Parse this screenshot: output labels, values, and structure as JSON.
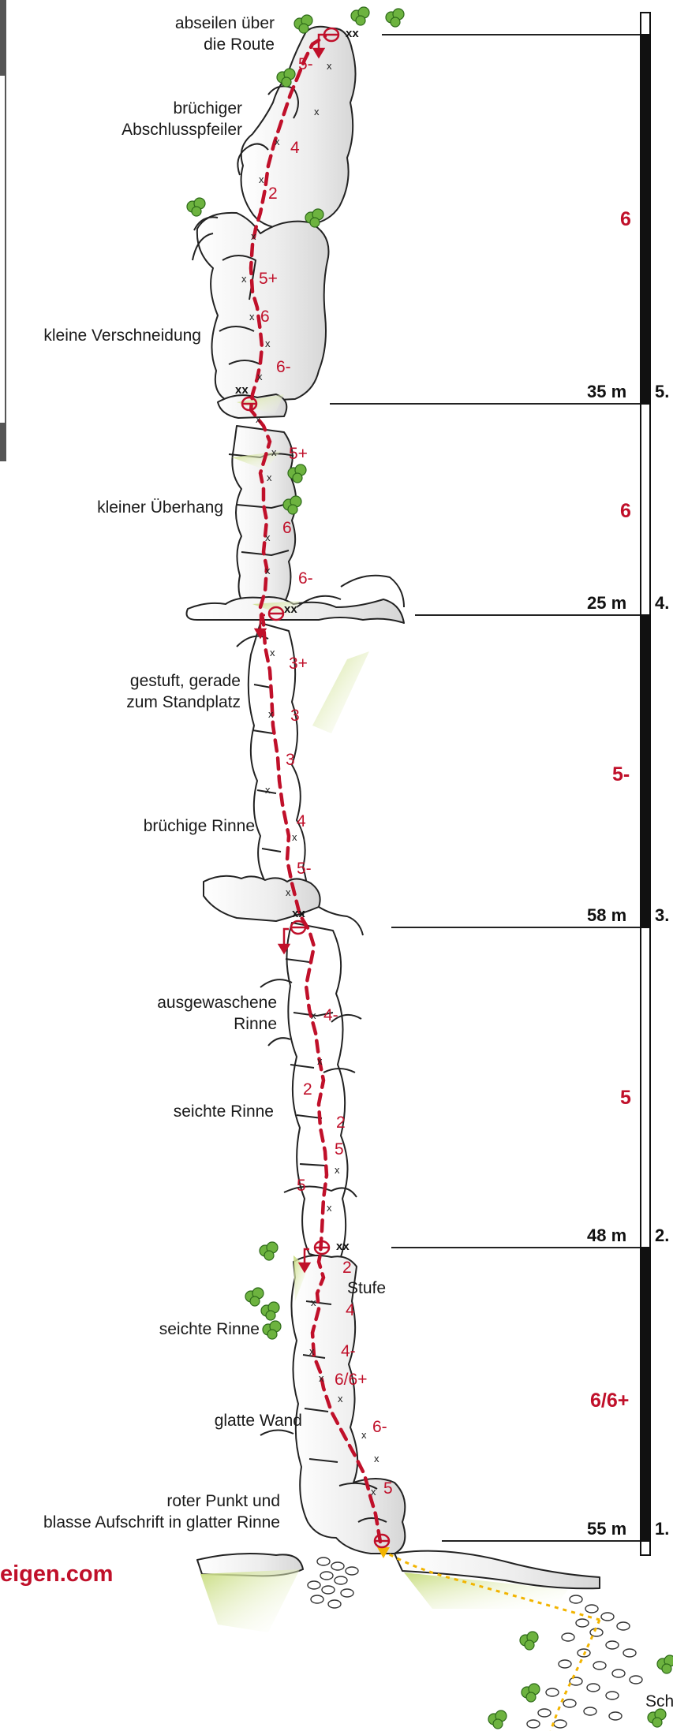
{
  "annotations": [
    {
      "id": "abseilen",
      "lines": [
        "abseilen über",
        "die Route"
      ]
    },
    {
      "id": "abschlusspfeiler",
      "lines": [
        "brüchiger",
        "Abschlusspfeiler"
      ]
    },
    {
      "id": "verschneidung",
      "lines": [
        "kleine Verschneidung"
      ]
    },
    {
      "id": "ueberhang",
      "lines": [
        "kleiner Überhang"
      ]
    },
    {
      "id": "gestuft",
      "lines": [
        "gestuft, gerade",
        "zum Standplatz"
      ]
    },
    {
      "id": "bruechige-rinne",
      "lines": [
        "brüchige Rinne"
      ]
    },
    {
      "id": "ausgewaschene",
      "lines": [
        "ausgewaschene",
        "Rinne"
      ]
    },
    {
      "id": "seichte-rinne-1",
      "lines": [
        "seichte Rinne"
      ]
    },
    {
      "id": "stufe",
      "lines": [
        "Stufe"
      ]
    },
    {
      "id": "seichte-rinne-2",
      "lines": [
        "seichte Rinne"
      ]
    },
    {
      "id": "glatte-wand",
      "lines": [
        "glatte Wand"
      ]
    },
    {
      "id": "roter-punkt",
      "lines": [
        "roter Punkt und",
        "blasse Aufschrift in glatter Rinne"
      ]
    }
  ],
  "route_grades": [
    "5-",
    "4",
    "2",
    "5+",
    "6",
    "6-",
    "5+",
    "6",
    "6-",
    "3+",
    "3",
    "3",
    "4",
    "5-",
    "4-",
    "2",
    "2",
    "5",
    "5",
    "2",
    "4",
    "4-",
    "6/6+",
    "6-",
    "5"
  ],
  "pitches": [
    {
      "number": "5.",
      "length": "35 m",
      "grade": "6"
    },
    {
      "number": "4.",
      "length": "25 m",
      "grade": "6"
    },
    {
      "number": "3.",
      "length": "58 m",
      "grade": "5-"
    },
    {
      "number": "2.",
      "length": "48 m",
      "grade": "5"
    },
    {
      "number": "1.",
      "length": "55 m",
      "grade": "6/6+"
    }
  ],
  "anchor_label": "xx",
  "bolt_label": "x",
  "website_fragment": "eigen.com",
  "partial_label": "Sch",
  "colors": {
    "route": "#c0102a",
    "grade": "#c0102a",
    "scale_bar": "#111111",
    "vegetation": "#cfe08c",
    "approach": "#f2b400",
    "bush": "#6db33f"
  },
  "icons": [
    "bush-icon",
    "belay-anchor-icon",
    "rappel-arrow-icon",
    "scree-icon"
  ]
}
